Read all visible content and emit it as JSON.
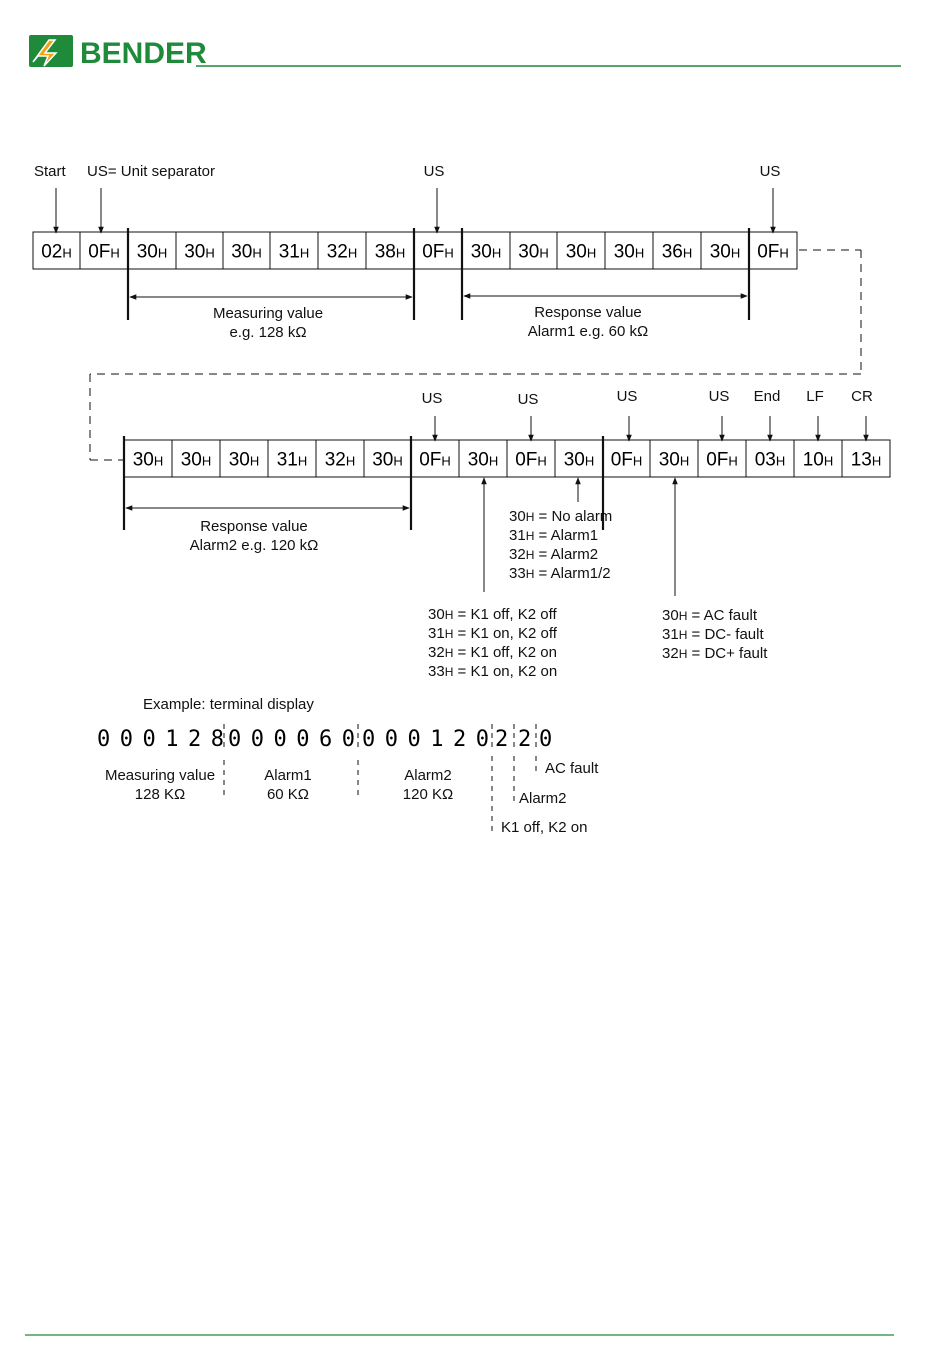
{
  "header": {
    "brand": "BENDER",
    "brand_color": "#1f8a3a",
    "logo_accent": "#f2a20c"
  },
  "row1": {
    "cells": [
      "02",
      "0F",
      "30",
      "30",
      "30",
      "31",
      "32",
      "38",
      "0F",
      "30",
      "30",
      "30",
      "30",
      "36",
      "30",
      "0F"
    ],
    "pointer_labels": [
      "Start",
      "US= Unit separator",
      "US",
      "US"
    ],
    "group_labels": [
      [
        "Measuring value",
        "e.g. 128 kΩ"
      ],
      [
        "Response value",
        "Alarm1 e.g. 60 kΩ"
      ]
    ]
  },
  "row2": {
    "cells": [
      "30",
      "30",
      "30",
      "31",
      "32",
      "30",
      "0F",
      "30",
      "0F",
      "30",
      "0F",
      "30",
      "0F",
      "03",
      "10",
      "13"
    ],
    "pointer_labels": [
      "US",
      "US",
      "US",
      "US",
      "End",
      "LF",
      "CR"
    ],
    "group_labels": [
      [
        "Response value",
        "Alarm2 e.g. 120 kΩ"
      ]
    ]
  },
  "hex_suffix": "H",
  "alarm_legend": [
    [
      "30",
      " = No alarm"
    ],
    [
      "31",
      " = Alarm1"
    ],
    [
      "32",
      " = Alarm2"
    ],
    [
      "33",
      " = Alarm1/2"
    ]
  ],
  "relay_legend": [
    [
      "30",
      " = K1 off, K2 off"
    ],
    [
      "31",
      " = K1 on, K2 off"
    ],
    [
      "32",
      " = K1 off, K2 on"
    ],
    [
      "33",
      " = K1 on, K2 on"
    ]
  ],
  "fault_legend": [
    [
      "30",
      " = AC  fault"
    ],
    [
      "31",
      " = DC-  fault"
    ],
    [
      "32",
      " = DC+  fault"
    ]
  ],
  "example": {
    "title": "Example: terminal display",
    "groups": [
      "000128",
      "000060",
      "000120",
      "2",
      "2",
      "0"
    ],
    "labels": [
      [
        "Measuring value",
        "128 KΩ"
      ],
      [
        "Alarm1",
        "60 KΩ"
      ],
      [
        "Alarm2",
        "120 KΩ"
      ]
    ],
    "tail_labels": [
      "AC  fault",
      "Alarm2",
      "K1 off, K2 on"
    ]
  }
}
